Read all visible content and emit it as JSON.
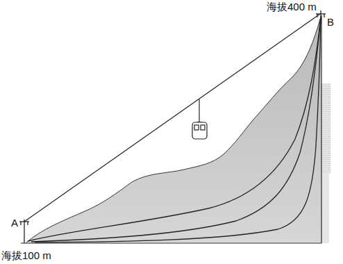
{
  "diagram": {
    "labels": [
      "海拔400 m",
      "B",
      "A",
      "海拔100 m"
    ]
  }
}
